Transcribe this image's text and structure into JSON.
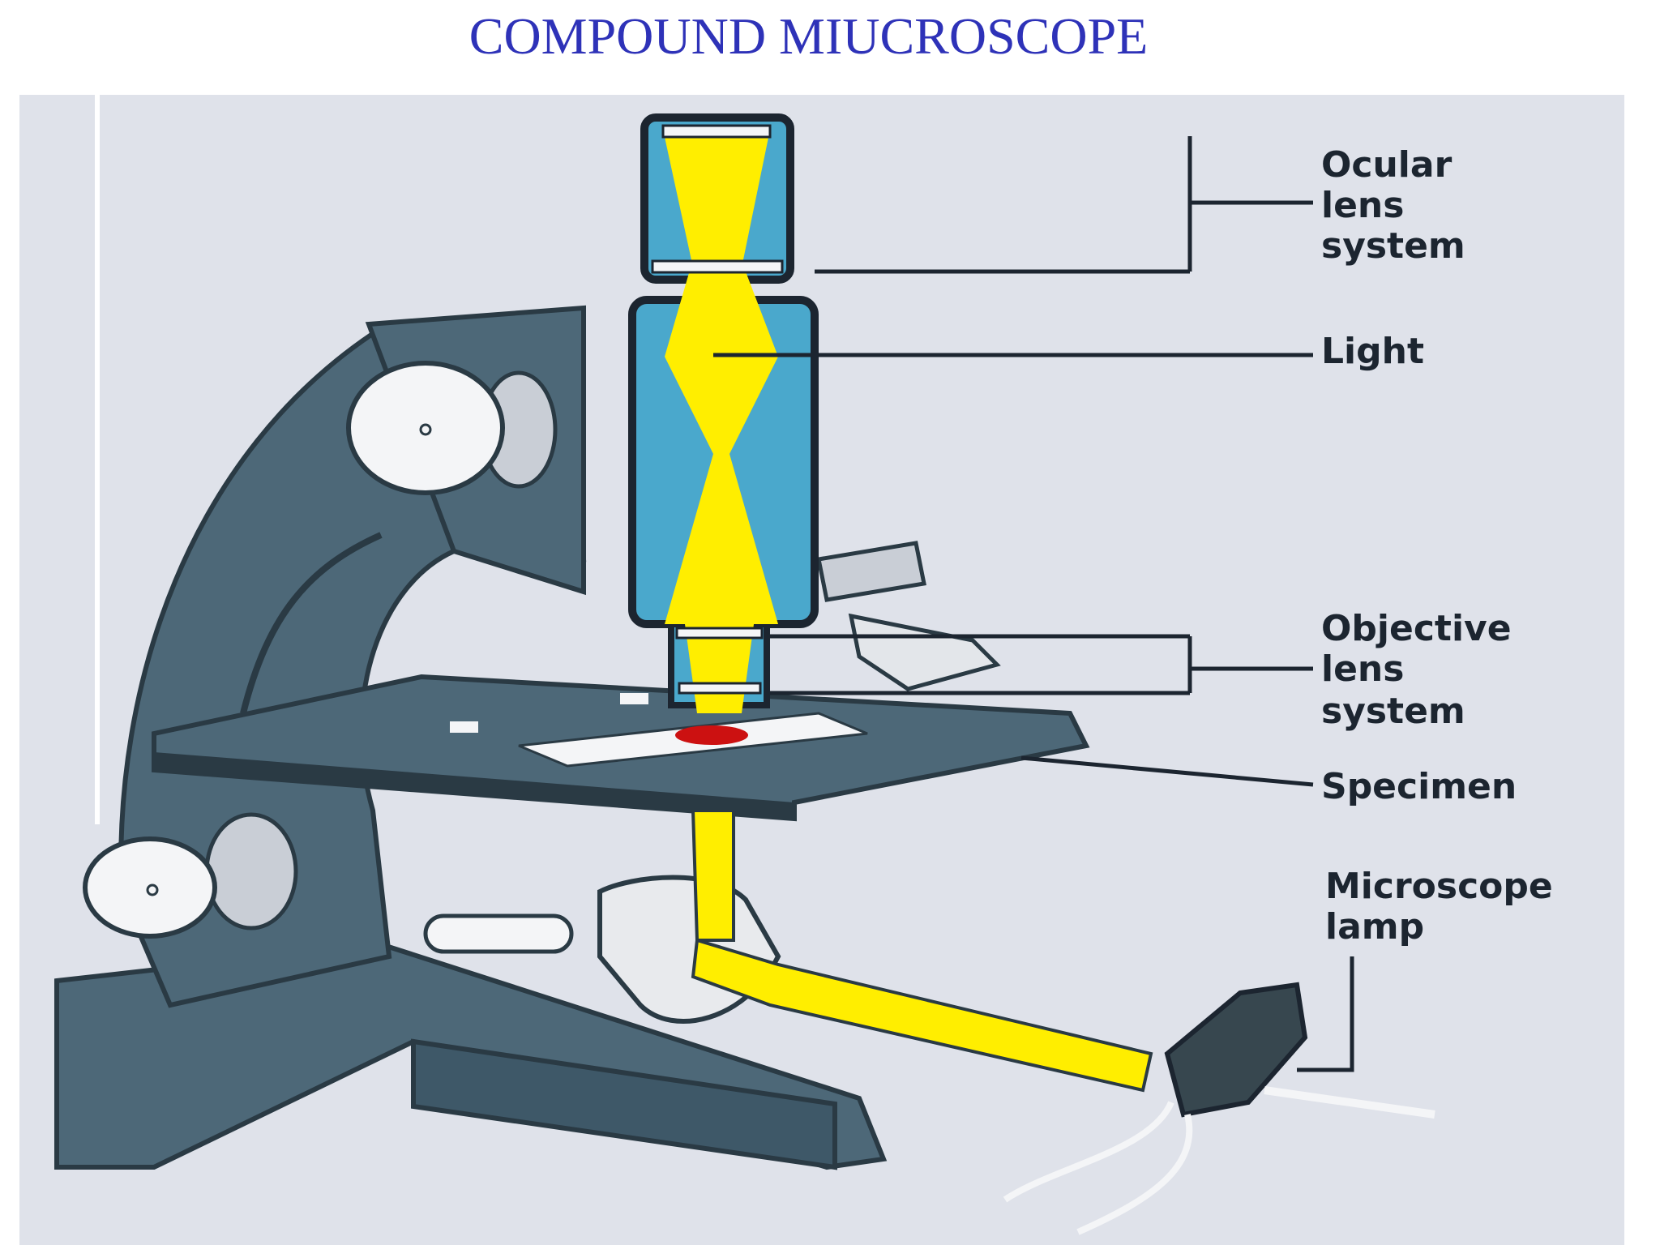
{
  "title": "COMPOUND MIUCROSCOPE",
  "colors": {
    "title": "#2e32b8",
    "panel": "#dfe2ea",
    "body": "#4d6878",
    "body_dark": "#2a3a44",
    "tube": "#4aa8cc",
    "light": "#ffee00",
    "specimen": "#cc1111",
    "line": "#1c2530"
  },
  "labels": {
    "ocular_line1": "Ocular",
    "ocular_line2": "lens",
    "ocular_line3": "system",
    "light": "Light",
    "objective_line1": "Objective",
    "objective_line2": "lens",
    "objective_line3": "system",
    "specimen": "Specimen",
    "lamp_line1": "Microscope",
    "lamp_line2": "lamp"
  }
}
